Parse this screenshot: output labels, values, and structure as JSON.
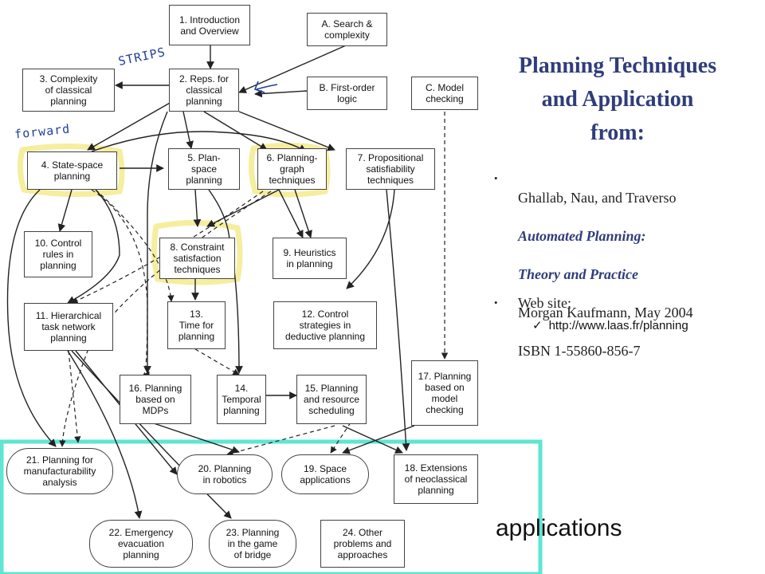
{
  "title": "Planning Techniques\nand Application\nfrom:",
  "references": {
    "book_authors": "Ghallab, Nau, and Traverso",
    "book_title_line1": "Automated Planning:",
    "book_title_line2": "Theory and Practice",
    "publisher": "Morgan Kaufmann, May 2004",
    "isbn": "ISBN 1-55860-856-7",
    "web_label": "Web site:",
    "web_url": "http://www.laas.fr/planning",
    "bullet": "•",
    "check": "✓"
  },
  "applications_label": "applications",
  "annotations": {
    "strips": "STRIPS",
    "forward": "forward"
  },
  "nodes": {
    "n1": "1. Introduction\nand Overview",
    "nA": "A. Search &\ncomplexity",
    "n3": "3. Complexity\nof classical\nplanning",
    "n2": "2. Reps. for\nclassical\nplanning",
    "nB": "B. First-order\nlogic",
    "nC": "C. Model\nchecking",
    "n4": "4. State-space\nplanning",
    "n5": "5. Plan-\nspace\nplanning",
    "n6": "6. Planning-\ngraph\ntechniques",
    "n7": "7. Propositional\nsatisfiability\ntechniques",
    "n10": "10. Control\nrules in\nplanning",
    "n8": "8. Constraint\nsatisfaction\ntechniques",
    "n9": "9. Heuristics\nin planning",
    "n11": "11. Hierarchical\ntask network\nplanning",
    "n13": "13.\nTime for\nplanning",
    "n12": "12. Control\nstrategies in\ndeductive planning",
    "n16": "16. Planning\nbased on\nMDPs",
    "n14": "14.\nTemporal\nplanning",
    "n15": "15. Planning\nand resource\nscheduling",
    "n17": "17. Planning\nbased on\nmodel\nchecking",
    "n21": "21. Planning for\nmanufacturability\nanalysis",
    "n20": "20. Planning\nin robotics",
    "n19": "19. Space\napplications",
    "n18": "18. Extensions\nof neoclassical\nplanning",
    "n22": "22. Emergency\nevacuation\nplanning",
    "n23": "23. Planning\nin the game\nof bridge",
    "n24": "24. Other\nproblems and\napproaches"
  }
}
